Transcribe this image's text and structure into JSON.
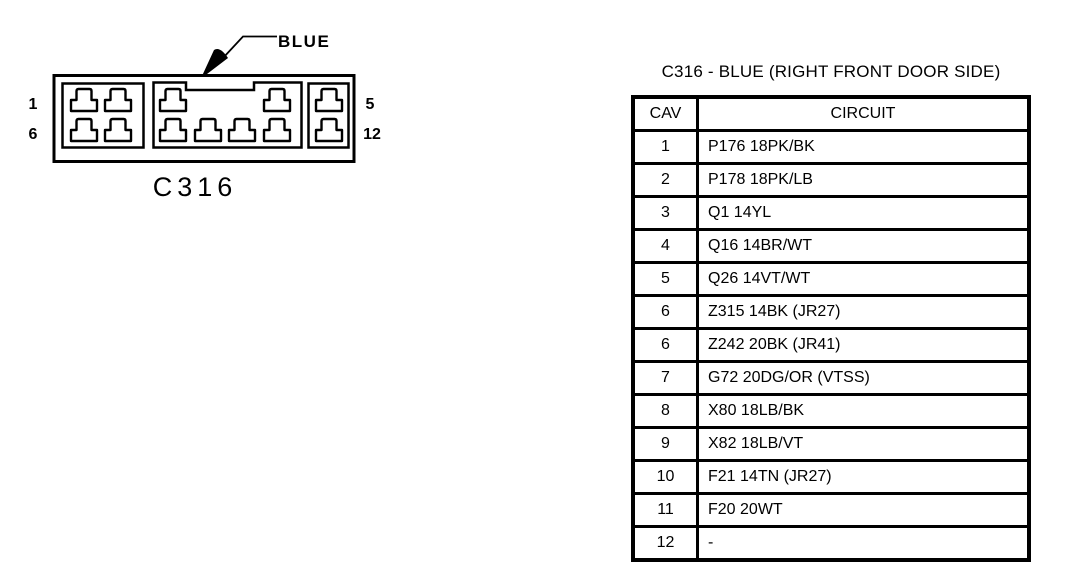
{
  "diagram": {
    "connector_label": "C316",
    "color_callout": "BLUE",
    "pin_labels": {
      "top_left": "1",
      "bottom_left": "6",
      "top_right": "5",
      "bottom_right": "12"
    }
  },
  "table": {
    "title": "C316 - BLUE (RIGHT FRONT DOOR SIDE)",
    "headers": {
      "cav": "CAV",
      "circuit": "CIRCUIT"
    },
    "rows": [
      {
        "cav": "1",
        "circuit": "P176 18PK/BK"
      },
      {
        "cav": "2",
        "circuit": "P178 18PK/LB"
      },
      {
        "cav": "3",
        "circuit": "Q1 14YL"
      },
      {
        "cav": "4",
        "circuit": "Q16 14BR/WT"
      },
      {
        "cav": "5",
        "circuit": "Q26 14VT/WT"
      },
      {
        "cav": "6",
        "circuit": "Z315 14BK (JR27)"
      },
      {
        "cav": "6",
        "circuit": "Z242 20BK (JR41)"
      },
      {
        "cav": "7",
        "circuit": "G72 20DG/OR (VTSS)"
      },
      {
        "cav": "8",
        "circuit": "X80 18LB/BK"
      },
      {
        "cav": "9",
        "circuit": "X82 18LB/VT"
      },
      {
        "cav": "10",
        "circuit": "F21 14TN (JR27)"
      },
      {
        "cav": "11",
        "circuit": "F20 20WT"
      },
      {
        "cav": "12",
        "circuit": "-"
      }
    ]
  },
  "colors": {
    "ink": "#000000",
    "background": "#ffffff"
  }
}
